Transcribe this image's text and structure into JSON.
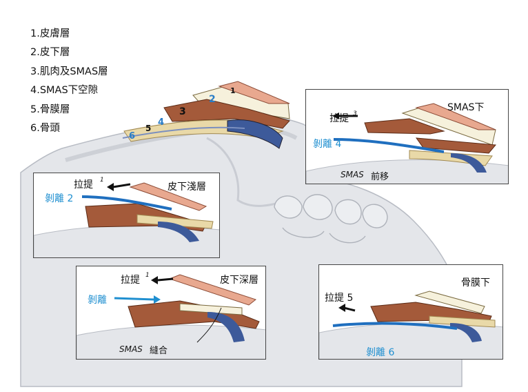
{
  "legend": [
    "1.皮膚層",
    "2.皮下層",
    "3.肌肉及SMAS層",
    "4.SMAS下空隙",
    "5.骨膜層",
    "6.骨頭"
  ],
  "main_labels": {
    "n1": "1",
    "n2": "2",
    "n3": "3",
    "n4": "4",
    "n5": "5",
    "n6": "6"
  },
  "panel_tr": {
    "title": "SMAS下",
    "pull": "拉提",
    "pull_num": "3",
    "dissect": "剝離 4",
    "smas_note": "SMAS",
    "smas_note2": "前移"
  },
  "panel_ml": {
    "title": "皮下淺層",
    "pull": "拉提",
    "pull_num": "1",
    "dissect": "剝離 2"
  },
  "panel_bm": {
    "title": "皮下深層",
    "pull": "拉提",
    "pull_num": "1",
    "dissect": "剝離",
    "smas_note": "SMAS",
    "smas_note2": "縫合"
  },
  "panel_br": {
    "title": "骨膜下",
    "pull": "拉提 5",
    "dissect": "剝離 6"
  }
}
